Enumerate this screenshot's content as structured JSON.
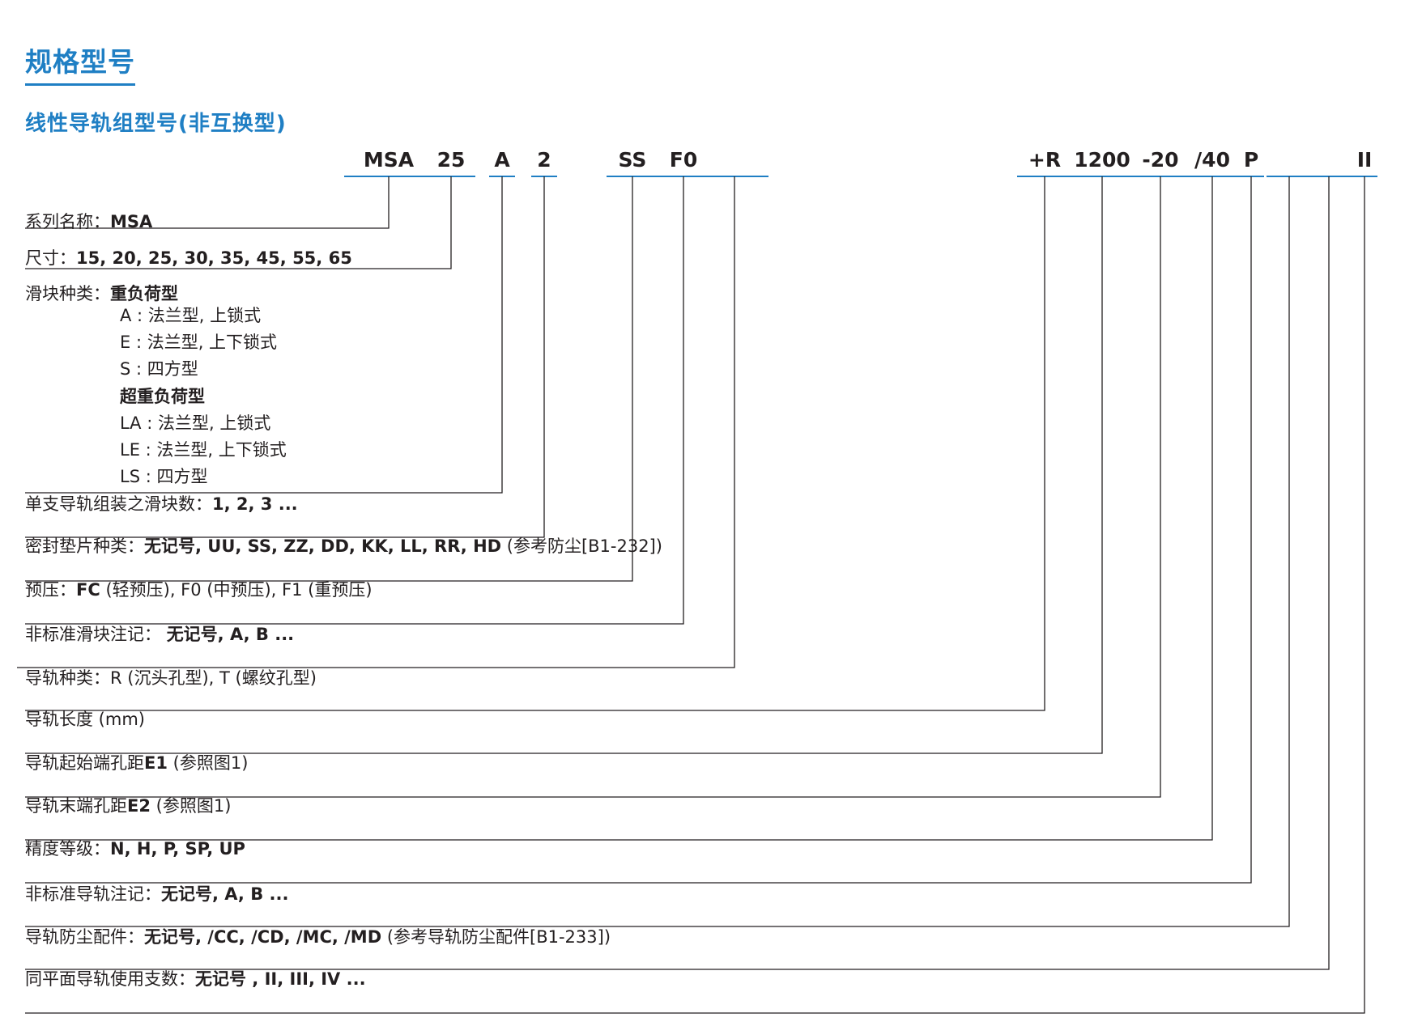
{
  "title": "规格型号",
  "subtitle": "线性导轨组型号(非互换型)",
  "code_parts": [
    "MSA",
    "25",
    "A",
    "2",
    "SS",
    "F0",
    "",
    "+R",
    "1200",
    "-20",
    "/40",
    "P",
    "",
    "",
    "II"
  ],
  "rows": [
    {
      "prefix": "系列名称：",
      "value": "MSA",
      "suffix": ""
    },
    {
      "prefix": "尺寸：",
      "value": "15, 20, 25, 30, 35, 45, 55, 65",
      "suffix": ""
    },
    {
      "prefix": "滑块种类：",
      "value": "重负荷型",
      "suffix": ""
    },
    {
      "prefix": "单支导轨组装之滑块数：",
      "value": "1, 2, 3 ...",
      "suffix": ""
    },
    {
      "prefix": "密封垫片种类：",
      "value": "无记号, UU, SS, ZZ, DD, KK, LL, RR, HD",
      "suffix": " (参考防尘[B1-232])"
    },
    {
      "prefix": "预压：",
      "value": "FC",
      "suffix": " (轻预压), F0 (中预压), F1 (重预压)"
    },
    {
      "prefix": "非标准滑块注记： ",
      "value": "无记号, A, B ...",
      "suffix": ""
    },
    {
      "prefix": "导轨种类：",
      "value": "",
      "suffix": "R (沉头孔型), T (螺纹孔型)"
    },
    {
      "prefix": "导轨长度 (mm)",
      "value": "",
      "suffix": ""
    },
    {
      "prefix": "导轨起始端孔距",
      "value": "E1",
      "suffix": " (参照图1)"
    },
    {
      "prefix": "导轨末端孔距",
      "value": "E2",
      "suffix": " (参照图1)"
    },
    {
      "prefix": "精度等级：",
      "value": "N, H, P, SP, UP",
      "suffix": ""
    },
    {
      "prefix": "非标准导轨注记：",
      "value": "无记号, A, B ...",
      "suffix": ""
    },
    {
      "prefix": "导轨防尘配件：",
      "value": "无记号, /CC, /CD, /MC, /MD",
      "suffix": " (参考导轨防尘配件[B1-233])"
    },
    {
      "prefix": "同平面导轨使用支数：",
      "value": "无记号 , II, III, IV ...",
      "suffix": ""
    }
  ],
  "block_types": [
    {
      "text": "A : 法兰型, 上锁式",
      "heading": false
    },
    {
      "text": "E : 法兰型, 上下锁式",
      "heading": false
    },
    {
      "text": "S : 四方型",
      "heading": false
    },
    {
      "text": "超重负荷型",
      "heading": true
    },
    {
      "text": "LA : 法兰型, 上锁式",
      "heading": false
    },
    {
      "text": "LE : 法兰型, 上下锁式",
      "heading": false
    },
    {
      "text": "LS : 四方型",
      "heading": false
    }
  ],
  "colors": {
    "accent": "#1f7fc4",
    "line": "#231f20",
    "text": "#231f20"
  }
}
